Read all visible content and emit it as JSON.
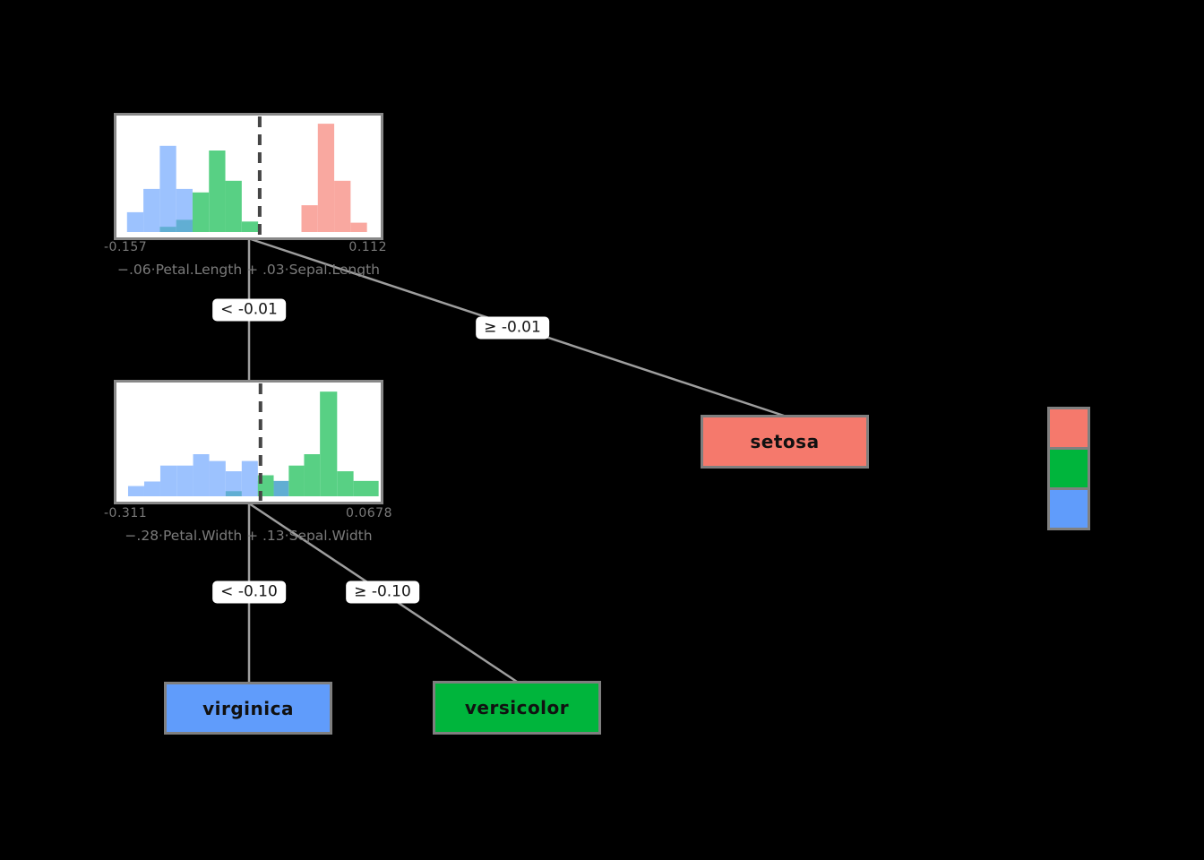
{
  "figure": {
    "background_color": "#000000",
    "edge_line_color": "#9e9e9e",
    "node_border_color": "#888888",
    "leaves": [
      {
        "label": "setosa",
        "color": "#f5796c"
      },
      {
        "label": "virginica",
        "color": "#609cfb"
      },
      {
        "label": "versicolor",
        "color": "#00b53c"
      }
    ],
    "legend": {
      "keys": [
        {
          "name": "salmon-key",
          "color": "#f5796c"
        },
        {
          "name": "green-key",
          "color": "#00b53c"
        },
        {
          "name": "blue-key",
          "color": "#609cfb"
        }
      ]
    }
  },
  "chart_data": [
    {
      "id": "node1",
      "type": "histogram",
      "title": "",
      "xlabel": "−.06·Petal.Length + .03·Sepal.Length",
      "x_axis": {
        "left_tick": "-0.157",
        "right_tick": "0.112"
      },
      "split_x": 0.542,
      "split_line_color": "#454545",
      "grid": false,
      "legend_position": "none",
      "series": [
        {
          "name": "blue-histogram",
          "color": "#9cc2fe",
          "bars": [
            [
              0.04,
              0.062,
              0.17
            ],
            [
              0.102,
              0.062,
              0.37
            ],
            [
              0.164,
              0.062,
              0.74
            ],
            [
              0.226,
              0.062,
              0.37
            ]
          ]
        },
        {
          "name": "overlap-histogram",
          "color": "#61aed3",
          "bars": [
            [
              0.164,
              0.062,
              0.045
            ],
            [
              0.226,
              0.12,
              0.105
            ]
          ]
        },
        {
          "name": "green-histogram",
          "color": "#58d084",
          "bars": [
            [
              0.288,
              0.062,
              0.34
            ],
            [
              0.35,
              0.062,
              0.7
            ],
            [
              0.412,
              0.062,
              0.44
            ],
            [
              0.474,
              0.062,
              0.09
            ]
          ]
        },
        {
          "name": "pink-histogram",
          "color": "#f9a8a0",
          "bars": [
            [
              0.7,
              0.062,
              0.23
            ],
            [
              0.762,
              0.062,
              0.93
            ],
            [
              0.824,
              0.062,
              0.44
            ],
            [
              0.886,
              0.062,
              0.08
            ]
          ]
        }
      ],
      "edges": [
        {
          "label": "< -0.01"
        },
        {
          "label": "≥ -0.01"
        }
      ]
    },
    {
      "id": "node2",
      "type": "histogram",
      "title": "",
      "xlabel": "−.28·Petal.Width + .13·Sepal.Width",
      "x_axis": {
        "left_tick": "-0.311",
        "right_tick": "0.0678"
      },
      "split_x": 0.545,
      "split_line_color": "#454545",
      "grid": false,
      "legend_position": "none",
      "series": [
        {
          "name": "blue-histogram",
          "color": "#9cc2fe",
          "bars": [
            [
              0.044,
              0.061,
              0.09
            ],
            [
              0.105,
              0.061,
              0.13
            ],
            [
              0.166,
              0.062,
              0.27
            ],
            [
              0.228,
              0.062,
              0.27
            ],
            [
              0.29,
              0.061,
              0.37
            ],
            [
              0.351,
              0.062,
              0.31
            ],
            [
              0.413,
              0.061,
              0.22
            ],
            [
              0.474,
              0.061,
              0.31
            ]
          ]
        },
        {
          "name": "overlap-histogram",
          "color": "#61aed3",
          "bars": [
            [
              0.413,
              0.061,
              0.045
            ],
            [
              0.535,
              0.06,
              0.135
            ],
            [
              0.595,
              0.057,
              0.135
            ]
          ]
        },
        {
          "name": "green-histogram",
          "color": "#58d084",
          "bars": [
            [
              0.535,
              0.06,
              0.185
            ],
            [
              0.652,
              0.058,
              0.27
            ],
            [
              0.71,
              0.06,
              0.37
            ],
            [
              0.77,
              0.065,
              0.92
            ],
            [
              0.835,
              0.062,
              0.22
            ],
            [
              0.897,
              0.095,
              0.135
            ]
          ]
        }
      ],
      "edges": [
        {
          "label": "< -0.10"
        },
        {
          "label": "≥ -0.10"
        }
      ]
    }
  ]
}
